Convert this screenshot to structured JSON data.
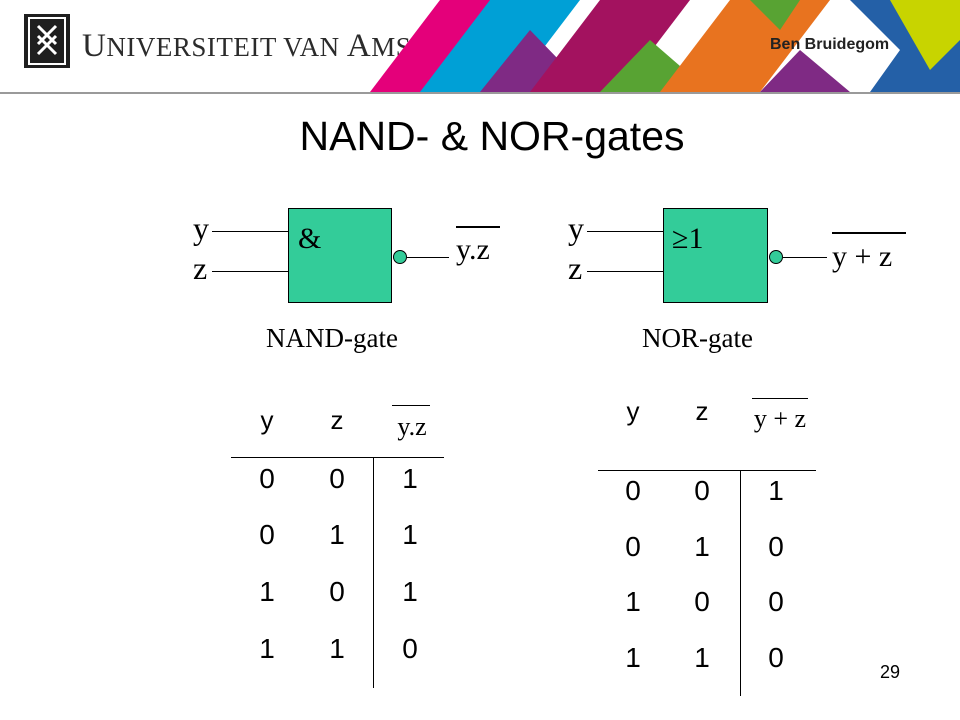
{
  "header": {
    "university": "Universiteit van Amsterdam",
    "university_parts": {
      "c1": "U",
      "r1": "NIVERSITEIT VAN ",
      "c2": "A",
      "r2": "MSTERDAM"
    },
    "author": "Ben Bruidegom"
  },
  "slide": {
    "title": "NAND- & NOR-gates",
    "page_number": "29"
  },
  "nand": {
    "input_y": "y",
    "input_z": "z",
    "symbol": "&",
    "output": "y.z",
    "caption": "NAND-gate"
  },
  "nor": {
    "input_y": "y",
    "input_z": "z",
    "symbol": "≥1",
    "output": "y + z",
    "caption": "NOR-gate"
  },
  "nand_table": {
    "headers": [
      "y",
      "z",
      "y.z"
    ],
    "rows": [
      [
        "0",
        "0",
        "1"
      ],
      [
        "0",
        "1",
        "1"
      ],
      [
        "1",
        "0",
        "1"
      ],
      [
        "1",
        "1",
        "0"
      ]
    ]
  },
  "nor_table": {
    "headers": [
      "y",
      "z",
      "y + z"
    ],
    "rows": [
      [
        "0",
        "0",
        "1"
      ],
      [
        "0",
        "1",
        "0"
      ],
      [
        "1",
        "0",
        "0"
      ],
      [
        "1",
        "1",
        "0"
      ]
    ]
  },
  "colors": {
    "gate_fill": "#33cc99",
    "banner": [
      "#e4007a",
      "#00a0d6",
      "#7f2a84",
      "#a3125f",
      "#e8731f",
      "#58a333",
      "#2460a7",
      "#c8d400"
    ]
  }
}
